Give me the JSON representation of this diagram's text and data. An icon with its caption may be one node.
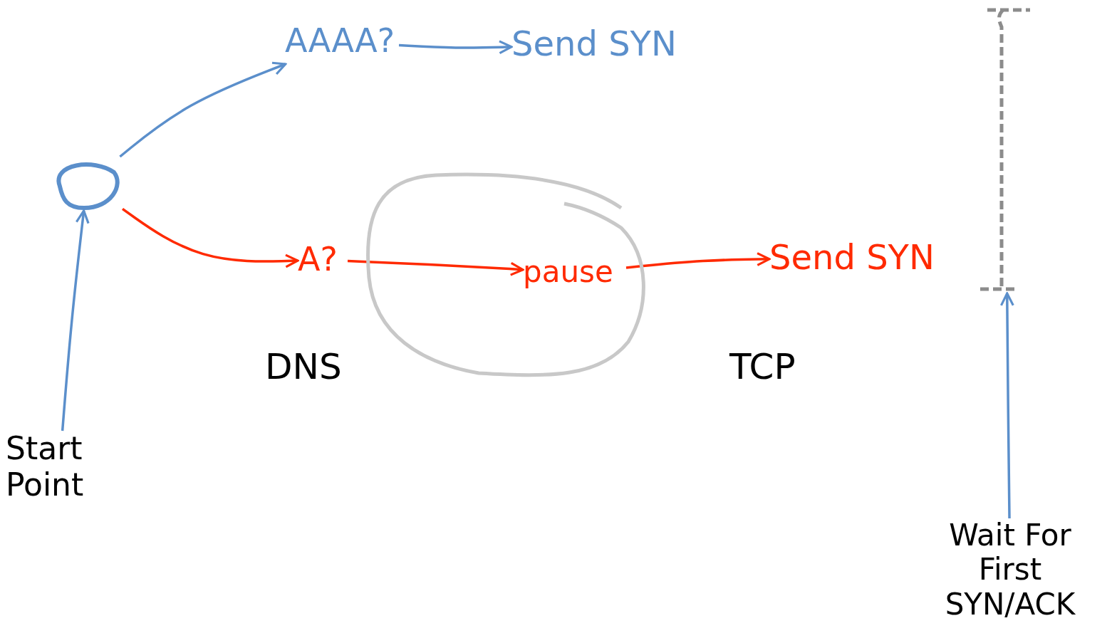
{
  "diagram": {
    "nodes": [
      {
        "text": [],
        "shape": "circle"
      },
      {
        "text": [
          "AAAA?"
        ]
      },
      {
        "text": [
          "Send SYN"
        ]
      },
      {
        "text": [
          "A?"
        ]
      },
      {
        "text": [],
        "shape": "circle"
      },
      {
        "text": [
          "pause"
        ],
        "in": 4
      },
      {
        "text": [
          "Send SYN"
        ]
      },
      {
        "text": [
          "Start Point"
        ]
      },
      {
        "text": [
          "Wait For First SYN/ACK"
        ]
      },
      {
        "text": [],
        "shape": "bar"
      }
    ],
    "edges": [
      {
        "from": 0,
        "to": 1,
        "arrow": "to",
        "color": "#5b8fcb"
      },
      {
        "from": 1,
        "to": 2,
        "arrow": "to",
        "color": "#5b8fcb"
      },
      {
        "from": 0,
        "to": 3,
        "arrow": "to",
        "color": "#ff2a00"
      },
      {
        "from": 3,
        "to": 5,
        "arrow": "to",
        "color": "#ff2a00"
      },
      {
        "from": 5,
        "to": 6,
        "arrow": "to",
        "color": "#ff2a00"
      },
      {
        "from": 7,
        "to": 0,
        "arrow": "to",
        "color": "#5b8fcb"
      },
      {
        "from": 8,
        "to": 9,
        "arrow": "to",
        "color": "#5b8fcb"
      }
    ],
    "labels": [
      "DNS",
      "TCP"
    ]
  }
}
